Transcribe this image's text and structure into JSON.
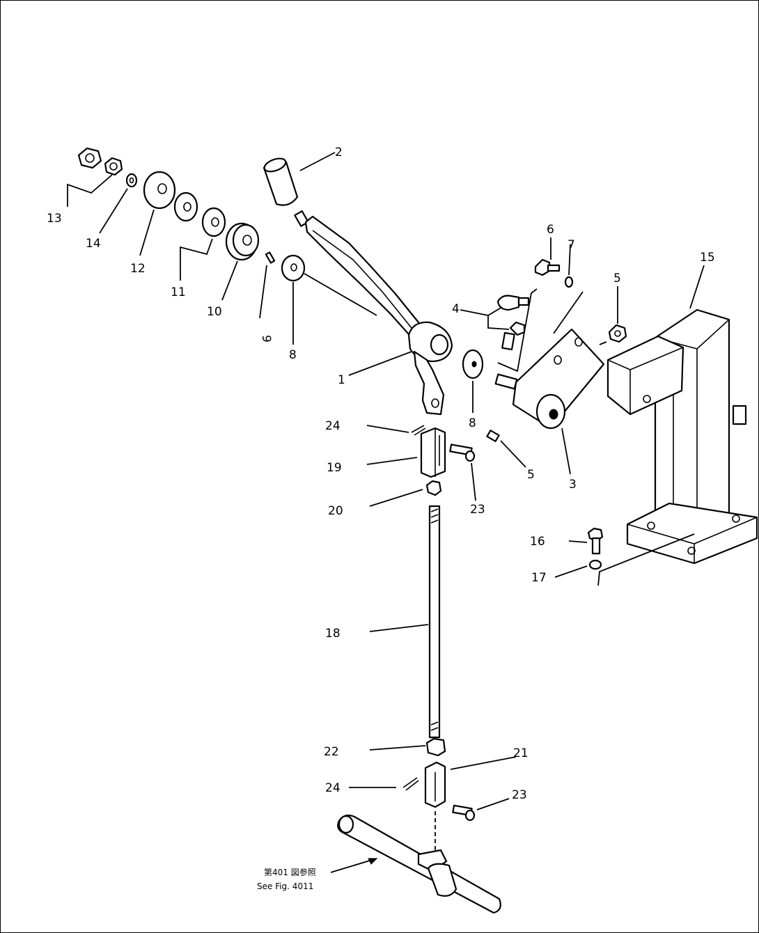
{
  "colors": {
    "line": "#000000",
    "background": "#ffffff"
  },
  "callouts": {
    "c1": "1",
    "c2": "2",
    "c3": "3",
    "c4": "4",
    "c5a": "5",
    "c5b": "5",
    "c6": "6",
    "c7": "7",
    "c8a": "8",
    "c8b": "8",
    "c9": "9",
    "c10": "10",
    "c11": "11",
    "c12": "12",
    "c13": "13",
    "c14": "14",
    "c15": "15",
    "c16": "16",
    "c17": "17",
    "c18": "18",
    "c19": "19",
    "c20": "20",
    "c21": "21",
    "c22": "22",
    "c23a": "23",
    "c23b": "23",
    "c24a": "24",
    "c24b": "24"
  },
  "reference": {
    "jp": "第401 図参照",
    "en": "See Fig. 4011"
  }
}
